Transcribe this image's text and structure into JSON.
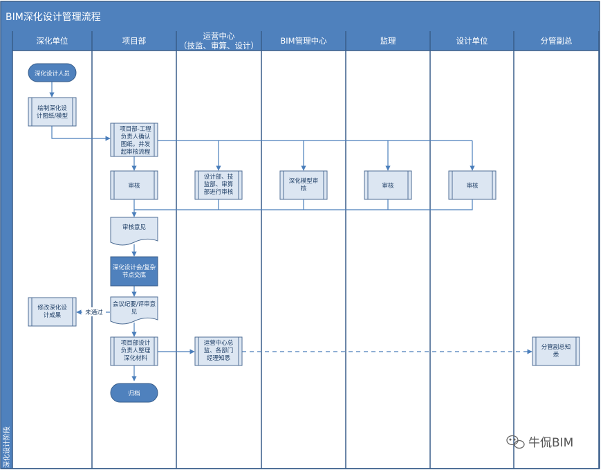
{
  "title": "BIM深化设计管理流程",
  "phase_label": "深化设计阶段",
  "lanes": [
    {
      "label": "深化单位"
    },
    {
      "label": "项目部"
    },
    {
      "label": "运营中心",
      "sub": "（技监、审算、设计）"
    },
    {
      "label": "BIM管理中心"
    },
    {
      "label": "监理"
    },
    {
      "label": "设计单位"
    },
    {
      "label": "分管副总"
    }
  ],
  "nodes": {
    "start": [
      "深化设计人员"
    ],
    "draw": [
      "绘制深化设",
      "计图纸/模型"
    ],
    "confirm": [
      "项目部-工程",
      "负责人确认",
      "图纸，并发",
      "起审核流程"
    ],
    "review_pm": [
      "审核"
    ],
    "review_ops": [
      "设计部、技",
      "监部、审算",
      "部进行审核"
    ],
    "review_bim": [
      "深化模型审",
      "核"
    ],
    "review_sup": [
      "审核"
    ],
    "review_des": [
      "审核"
    ],
    "opinion": [
      "审核意见"
    ],
    "meeting": [
      "深化设计会/复杂",
      "节点交底"
    ],
    "minutes": [
      "会议纪要/评审意",
      "见"
    ],
    "revise": [
      "修改深化设",
      "计成果"
    ],
    "compile": [
      "项目部设计",
      "负责人整理",
      "深化材料"
    ],
    "ops_notify": [
      "运营中心总",
      "监、各部门",
      "经理知悉"
    ],
    "vp_notify": [
      "分管副总知",
      "悉"
    ],
    "archive": [
      "归档"
    ]
  },
  "edge_labels": {
    "not_passed": "未通过"
  },
  "watermark": "牛侃BIM",
  "colors": {
    "header": "#4f81bd",
    "lane_line": "#385d8a",
    "node_fill": "#dce6f2",
    "node_stroke": "#4f6e95",
    "accent": "#4a7ebb",
    "arrow": "#4a7ebb"
  }
}
